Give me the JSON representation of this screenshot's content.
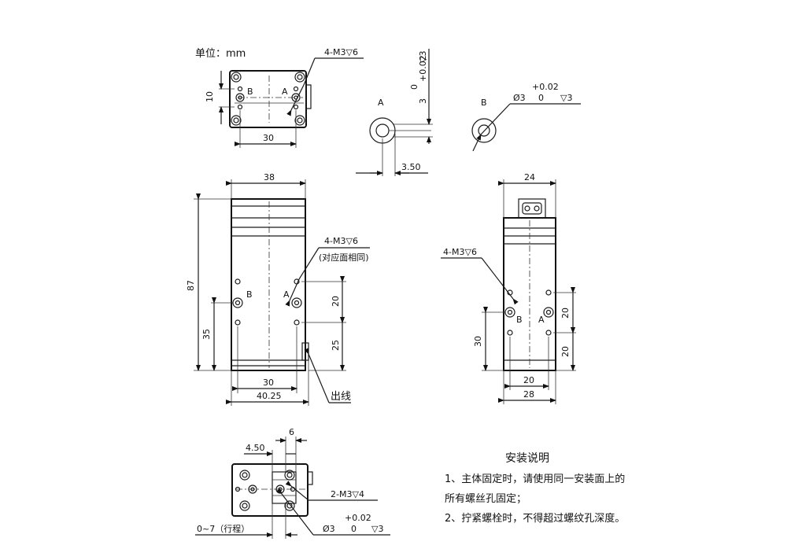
{
  "labels": {
    "unit": "单位：mm",
    "a": "A",
    "b": "B",
    "hole_m3_6": "4-M3",
    "depth_6": "6",
    "depth_3": "3",
    "same_opposite": "(对应面相同)",
    "wire_out": "出线",
    "stroke": "0~7（行程）",
    "hole_2m3_4": "2-M3",
    "depth_4": "4",
    "tol_plus": "+0.02",
    "tol_zero": "0",
    "phi3": "Ø3",
    "depth_sym": "▽"
  },
  "dims": {
    "d10": "10",
    "d30_top": "30",
    "d3_50": "3.50",
    "d38": "38",
    "d87": "87",
    "d35": "35",
    "d20_front": "20",
    "d25": "25",
    "d30_front": "30",
    "d40_25": "40.25",
    "d24": "24",
    "d20_side_a": "20",
    "d20_side_b": "20",
    "d30_side": "30",
    "d20_side_w": "20",
    "d28": "28",
    "d6": "6",
    "d4_50": "4.50",
    "pin_dim_3": "3"
  },
  "notes": {
    "title": "安装说明",
    "line1": "1、主体固定时，请使用同一安装面上的",
    "line2": "所有螺丝孔固定；",
    "line3": "2、拧紧螺栓时，不得超过螺纹孔深度。"
  }
}
